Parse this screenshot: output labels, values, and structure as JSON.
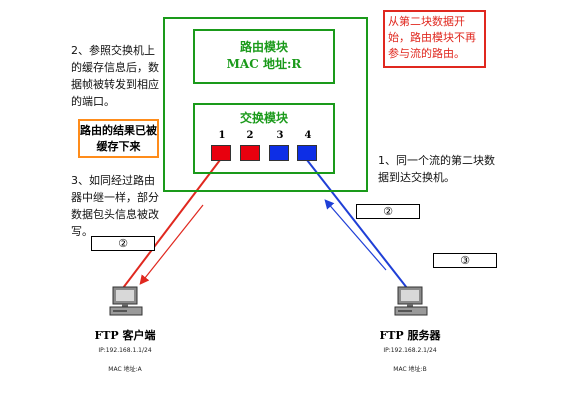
{
  "switch": {
    "router_module": {
      "title": "路由模块",
      "mac": "MAC 地址:R"
    },
    "switch_module": {
      "title": "交换模块",
      "ports": [
        {
          "label": "1",
          "color": "#e8000e"
        },
        {
          "label": "2",
          "color": "#e8000e"
        },
        {
          "label": "3",
          "color": "#0d2ee6"
        },
        {
          "label": "4",
          "color": "#0d2ee6"
        }
      ]
    }
  },
  "notes": {
    "top_right": "从第二块数据开始，路由模块不再参与流的路由。",
    "step2": "2、参照交换机上的缓存信息后，数据帧被转发到相应的端口。",
    "result_box": "路由的结果已被缓存下来",
    "step3": "3、如同经过路由器中继一样，部分数据包头信息被改写。",
    "step1": "1、同一个流的第二块数据到达交换机。"
  },
  "badges": {
    "left_2": "②",
    "mid_2": "②",
    "right_3": "③"
  },
  "hosts": {
    "client": {
      "name": "FTP 客户端",
      "ip": "IP:192.168.1.1/24",
      "mac": "MAC 地址:A"
    },
    "server": {
      "name": "FTP 服务器",
      "ip": "IP:192.168.2.1/24",
      "mac": "MAC 地址:B"
    }
  },
  "colors": {
    "frame": "#1a9a1a",
    "red_path": "#e0281f",
    "blue_path": "#1f3fd6",
    "highlight": "#ff8c1a"
  }
}
